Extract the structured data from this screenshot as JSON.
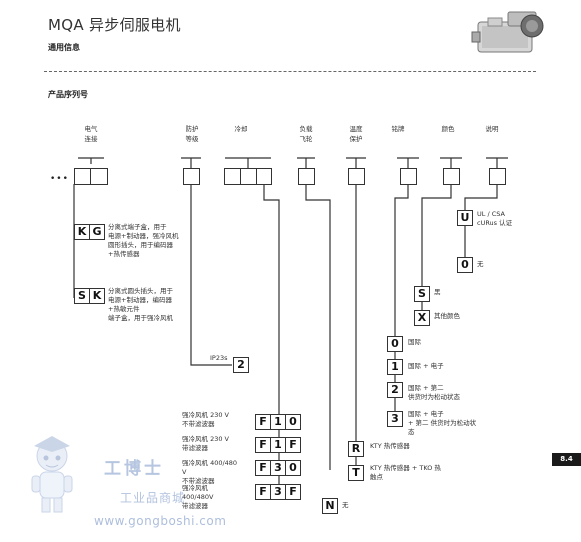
{
  "header": {
    "title": "MQA 异步伺服电机",
    "subtitle": "通用信息",
    "section": "产品序列号"
  },
  "columns": {
    "electrical": "电气\n连接",
    "protection": "防护\n等级",
    "cooling": "冷却",
    "load": "负载\n飞轮",
    "temp": "温度\n保护",
    "nameplate": "铭牌",
    "color": "颜色",
    "note": "说明"
  },
  "dots": "•••",
  "electrical": {
    "kg": {
      "c1": "K",
      "c2": "G",
      "desc": "分离式端子盒，用于\n电源+制动器，强冷风机\n圆形插头，用于编码器\n+热传感器"
    },
    "sk": {
      "c1": "S",
      "c2": "K",
      "desc": "分离式圆头插头，用于\n电源+制动器，编码器\n+热敏元件\n端子盒，用于强冷风机"
    }
  },
  "protection": {
    "label": "IP23s",
    "code": "2"
  },
  "cooling": [
    {
      "code": [
        "F",
        "1",
        "0"
      ],
      "desc": "强冷风机 230 V\n不带滤波器"
    },
    {
      "code": [
        "F",
        "1",
        "F"
      ],
      "desc": "强冷风机 230 V\n带滤波器"
    },
    {
      "code": [
        "F",
        "3",
        "0"
      ],
      "desc": "强冷风机 400/480\nV\n不带滤波器"
    },
    {
      "code": [
        "F",
        "3",
        "F"
      ],
      "desc": "强冷风机\n400/480V\n带滤波器"
    }
  ],
  "load": {
    "code": "N",
    "desc": "无"
  },
  "temp": [
    {
      "code": "R",
      "desc": "KTY 热传感器"
    },
    {
      "code": "T",
      "desc": "KTY 热传感器 + TKO 热\n触点"
    }
  ],
  "nameplate": [
    {
      "code": "0",
      "desc": "国际"
    },
    {
      "code": "1",
      "desc": "国际 + 电子"
    },
    {
      "code": "2",
      "desc": "国际 + 第二\n供货时为松动状态"
    },
    {
      "code": "3",
      "desc": "国际 + 电子\n+ 第二  供货时为松动状\n态"
    }
  ],
  "color": [
    {
      "code": "S",
      "desc": "黑"
    },
    {
      "code": "X",
      "desc": "其他颜色"
    }
  ],
  "note": [
    {
      "code": "U",
      "desc": "UL / CSA\ncURus 认证"
    },
    {
      "code": "0",
      "desc": "无"
    }
  ],
  "side_tab": "8.4",
  "watermark": {
    "brand": "工博士",
    "tagline": "工业品商城",
    "url": "www.gongboshi.com"
  },
  "colors": {
    "line": "#333333",
    "tab": "#1a1a1a",
    "watermark": "#9fb3d6"
  }
}
